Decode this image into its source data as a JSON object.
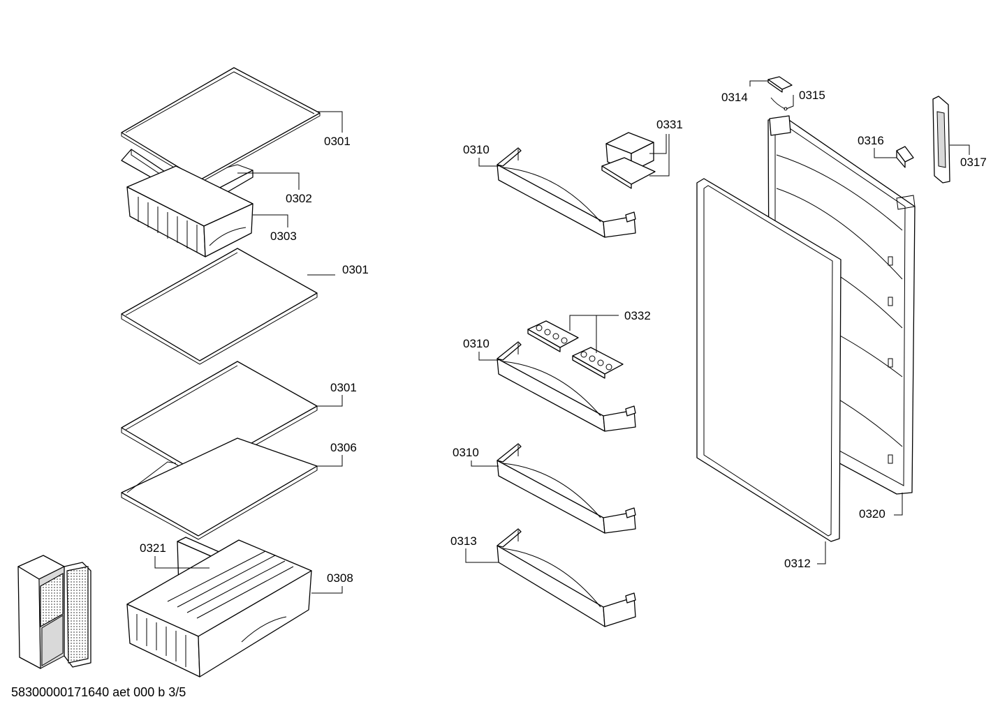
{
  "document_id": "58300000171640 aet 000 b 3/5",
  "callouts": [
    {
      "id": "c-0301-a",
      "text": "0301"
    },
    {
      "id": "c-0302",
      "text": "0302"
    },
    {
      "id": "c-0303",
      "text": "0303"
    },
    {
      "id": "c-0301-b",
      "text": "0301"
    },
    {
      "id": "c-0301-c",
      "text": "0301"
    },
    {
      "id": "c-0306",
      "text": "0306"
    },
    {
      "id": "c-0321",
      "text": "0321"
    },
    {
      "id": "c-0308",
      "text": "0308"
    },
    {
      "id": "c-0310-a",
      "text": "0310"
    },
    {
      "id": "c-0331",
      "text": "0331"
    },
    {
      "id": "c-0332",
      "text": "0332"
    },
    {
      "id": "c-0310-b",
      "text": "0310"
    },
    {
      "id": "c-0310-c",
      "text": "0310"
    },
    {
      "id": "c-0313",
      "text": "0313"
    },
    {
      "id": "c-0314",
      "text": "0314"
    },
    {
      "id": "c-0315",
      "text": "0315"
    },
    {
      "id": "c-0316",
      "text": "0316"
    },
    {
      "id": "c-0317",
      "text": "0317"
    },
    {
      "id": "c-0320",
      "text": "0320"
    },
    {
      "id": "c-0312",
      "text": "0312"
    }
  ]
}
